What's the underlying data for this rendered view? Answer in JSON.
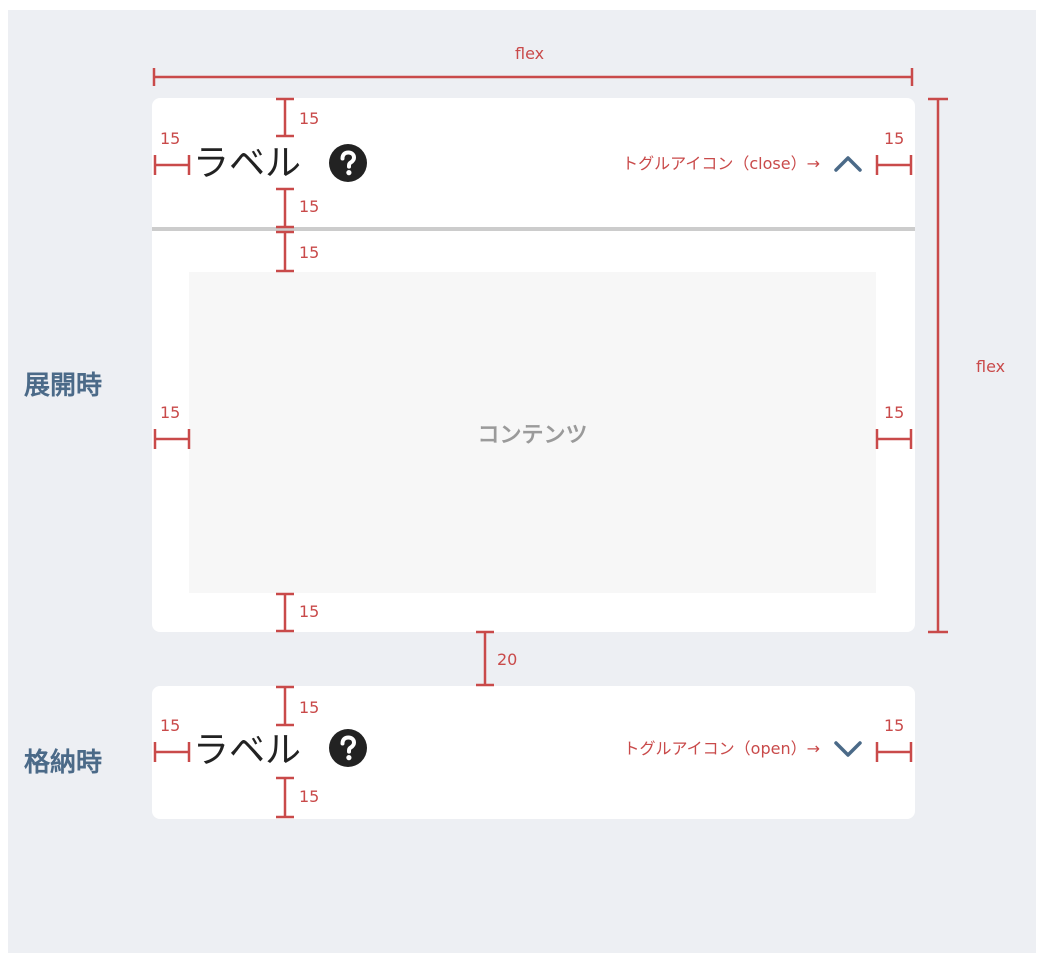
{
  "expanded": {
    "side_label": "展開時",
    "label": "ラベル",
    "toggle_note": "トグルアイコン（close）→",
    "content": "コンテンツ"
  },
  "collapsed": {
    "side_label": "格納時",
    "label": "ラベル",
    "toggle_note": "トグルアイコン（open）→"
  },
  "dimensions": {
    "flex_width": "flex",
    "flex_height": "flex",
    "header_top": "15",
    "header_left": "15",
    "header_right": "15",
    "header_bottom": "15",
    "content_top": "15",
    "content_left": "15",
    "content_right": "15",
    "content_bottom": "15",
    "gap": "20",
    "collapsed_top": "15",
    "collapsed_left": "15",
    "collapsed_right": "15",
    "collapsed_bottom": "15"
  },
  "icons": {
    "help": "question-circle-icon",
    "close": "chevron-up-icon",
    "open": "chevron-down-icon"
  },
  "colors": {
    "background": "#edeff3",
    "card": "#ffffff",
    "annotation": "#c94a4a",
    "side_label": "#4b6a88",
    "toggle_icon": "#4b6a88",
    "content_box": "#f7f7f7",
    "divider": "#cccccc"
  }
}
